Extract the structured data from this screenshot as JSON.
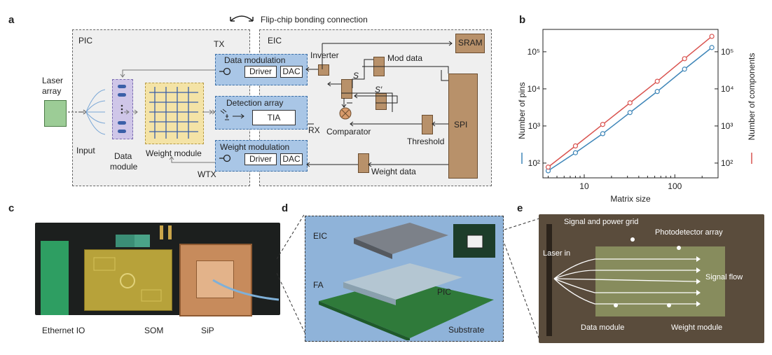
{
  "panels": {
    "a": "a",
    "b": "b",
    "c": "c",
    "d": "d",
    "e": "e"
  },
  "panel_a": {
    "flip_chip": "Flip-chip bonding connection",
    "pic": "PIC",
    "eic": "EIC",
    "tx": "TX",
    "rx": "RX",
    "wtx": "WTX",
    "laser_array": [
      "Laser",
      "array"
    ],
    "input": "Input",
    "data_module": [
      "Data",
      "module"
    ],
    "weight_module": "Weight module",
    "data_modulation": "Data modulation",
    "detection_array": "Detection array",
    "weight_modulation": "Weight modulation",
    "driver": "Driver",
    "dac": "DAC",
    "tia": "TIA",
    "inverter": "Inverter",
    "mod_data": "Mod data",
    "s": "S",
    "s_prime": "S′",
    "comparator": "Comparator",
    "threshold": "Threshold",
    "sram": "SRAM",
    "spi": "SPI",
    "weight_data": "Weight data"
  },
  "chart_data": {
    "type": "line",
    "xlabel": "Matrix size",
    "ylabel": "Number of pins",
    "y2label": "Number of components",
    "xscale": "log",
    "yscale": "log",
    "xlim": [
      3.5,
      300
    ],
    "ylim": [
      40,
      400000
    ],
    "x_ticks": [
      "10",
      "100"
    ],
    "y_ticks": [
      "10²",
      "10³",
      "10⁴",
      "10⁵"
    ],
    "x": [
      4,
      8,
      16,
      32,
      64,
      128,
      256
    ],
    "series": [
      {
        "name": "Number of pins",
        "color": "#3f86b8",
        "values": [
          62,
          190,
          620,
          2300,
          8500,
          34000,
          130000
        ]
      },
      {
        "name": "Number of components",
        "color": "#d9534f",
        "values": [
          78,
          290,
          1100,
          4200,
          16000,
          65000,
          260000
        ]
      }
    ],
    "grid": false
  },
  "panel_c": {
    "ethernet": "Ethernet IO",
    "som": "SOM",
    "sip": "SiP"
  },
  "panel_d": {
    "eic": "EIC",
    "fa": "FA",
    "pic": "PIC",
    "substrate": "Substrate"
  },
  "panel_e": {
    "signal_power": "Signal and power grid",
    "photodetector": "Photodetector array",
    "laser_in": "Laser in",
    "signal_flow": "Signal flow",
    "data_module": "Data module",
    "weight_module": "Weight module"
  }
}
